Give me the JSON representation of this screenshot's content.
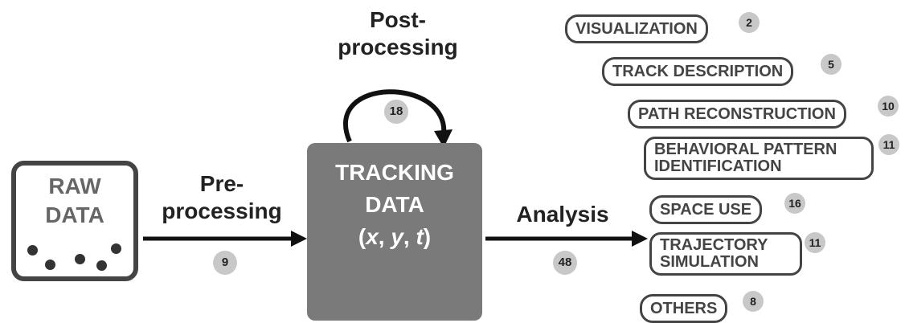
{
  "raw": {
    "line1": "RAW",
    "line2": "DATA"
  },
  "tracking": {
    "line1": "TRACKING",
    "line2": "DATA",
    "x": "x",
    "y": "y",
    "t": "t"
  },
  "steps": {
    "pre_line1": "Pre-",
    "pre_line2": "processing",
    "pre_count": "9",
    "post_line1": "Post-",
    "post_line2": "processing",
    "post_count": "18",
    "analysis": "Analysis",
    "analysis_count": "48"
  },
  "categories": [
    {
      "lines": [
        "VISUALIZATION"
      ],
      "count": "2"
    },
    {
      "lines": [
        "TRACK DESCRIPTION"
      ],
      "count": "5"
    },
    {
      "lines": [
        "PATH RECONSTRUCTION"
      ],
      "count": "10"
    },
    {
      "lines": [
        "BEHAVIORAL PATTERN",
        "IDENTIFICATION"
      ],
      "count": "11"
    },
    {
      "lines": [
        "SPACE USE"
      ],
      "count": "16"
    },
    {
      "lines": [
        "TRAJECTORY",
        "SIMULATION"
      ],
      "count": "11"
    },
    {
      "lines": [
        "OTHERS"
      ],
      "count": "8"
    }
  ],
  "colors": {
    "dark": "#222222",
    "box": "#7a7a7a",
    "badge": "#c8c8c8",
    "border": "#444444"
  }
}
